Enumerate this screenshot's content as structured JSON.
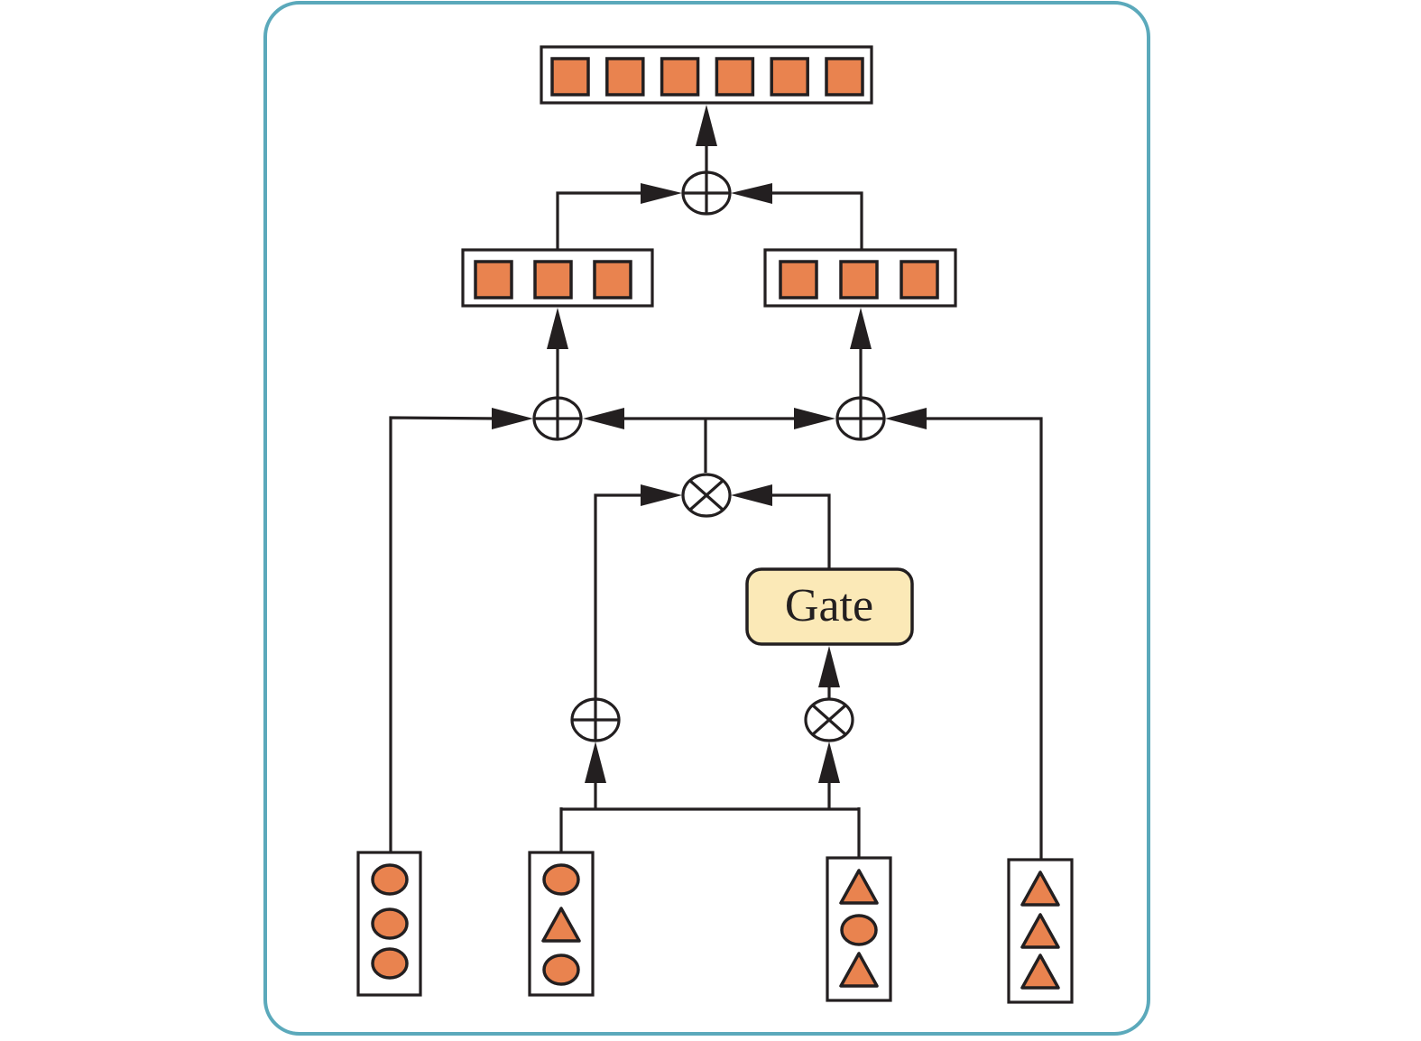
{
  "diagram": {
    "title": "",
    "frame_color": "#5ba9bb",
    "cell_color": "#e9834f",
    "gate_color": "#fbe9b7",
    "line_color": "#231f20",
    "gate_label": "Gate",
    "output_vector": {
      "cells": 6,
      "shape": "square"
    },
    "intermediate_vectors": [
      {
        "name": "left",
        "cells": 3,
        "shape": "square"
      },
      {
        "name": "right",
        "cells": 3,
        "shape": "square"
      }
    ],
    "inputs": [
      {
        "name": "input-1",
        "shapes": [
          "circle",
          "circle",
          "circle"
        ]
      },
      {
        "name": "input-2",
        "shapes": [
          "circle",
          "triangle",
          "circle"
        ]
      },
      {
        "name": "input-3",
        "shapes": [
          "triangle",
          "circle",
          "triangle"
        ]
      },
      {
        "name": "input-4",
        "shapes": [
          "triangle",
          "triangle",
          "triangle"
        ]
      }
    ],
    "operators": [
      {
        "name": "top-add",
        "type": "add"
      },
      {
        "name": "mid-left-add",
        "type": "add"
      },
      {
        "name": "mid-right-add",
        "type": "add"
      },
      {
        "name": "gate-multiply",
        "type": "multiply"
      },
      {
        "name": "bottom-add",
        "type": "add"
      },
      {
        "name": "bottom-multiply",
        "type": "multiply"
      }
    ]
  }
}
